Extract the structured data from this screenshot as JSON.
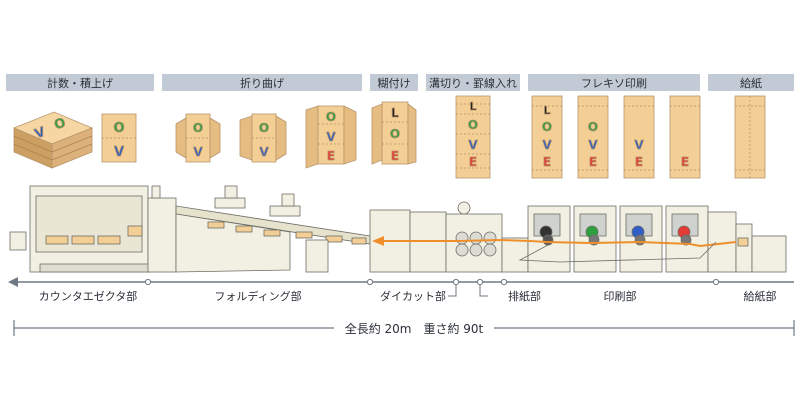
{
  "stages": [
    {
      "id": "counting",
      "label": "計数・積上げ"
    },
    {
      "id": "folding",
      "label": "折り曲げ"
    },
    {
      "id": "gluing",
      "label": "糊付け"
    },
    {
      "id": "slotting",
      "label": "溝切り・罫線入れ"
    },
    {
      "id": "flexo",
      "label": "フレキソ印刷"
    },
    {
      "id": "feeding",
      "label": "給紙"
    }
  ],
  "box_letters": {
    "e": "E",
    "v": "V",
    "o": "O",
    "l": "L"
  },
  "sections": [
    {
      "id": "counter",
      "label": "カウンタエゼクタ部"
    },
    {
      "id": "folding",
      "label": "フォルディング部"
    },
    {
      "id": "diecut",
      "label": "ダイカット部"
    },
    {
      "id": "delivery",
      "label": "排紙部"
    },
    {
      "id": "printing",
      "label": "印刷部"
    },
    {
      "id": "feeder",
      "label": "給紙部"
    }
  ],
  "specs": "全長約 20m　重さ約 90t",
  "colors": {
    "header": "#c2cbd5",
    "header_text": "#2a2f38",
    "board": "#f4cf95",
    "board_edge": "#b8946a",
    "machine": "#f2f0e2",
    "machine_edge": "#6d6d66",
    "flow": "#ee8f2c",
    "line": "#707986",
    "letter_e": "#e23a35",
    "letter_v": "#2f5fc6",
    "letter_o": "#2fa041",
    "letter_l": "#222222"
  }
}
